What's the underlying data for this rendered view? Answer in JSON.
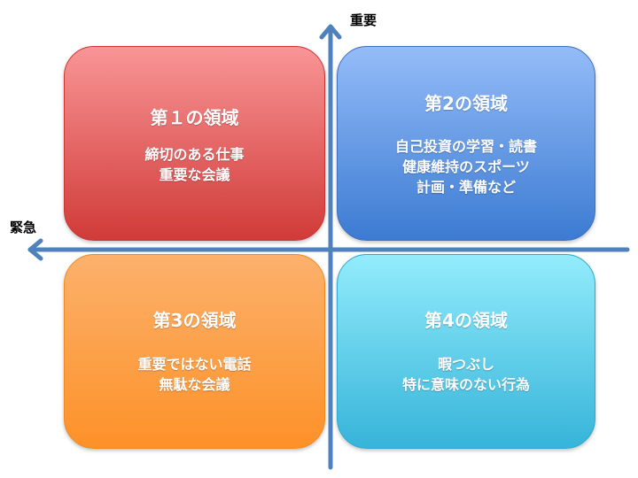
{
  "axes": {
    "vertical_label": "重要",
    "horizontal_label": "緊急",
    "axis_color": "#4f81bd"
  },
  "quadrants": [
    {
      "title": "第１の領域",
      "lines": [
        "締切のある仕事",
        "重要な会議"
      ]
    },
    {
      "title": "第2の領域",
      "lines": [
        "自己投資の学習・読書",
        "健康維持のスポーツ",
        "計画・準備など"
      ]
    },
    {
      "title": "第3の領域",
      "lines": [
        "重要ではない電話",
        "無駄な会議"
      ]
    },
    {
      "title": "第4の領域",
      "lines": [
        "暇つぶし",
        "特に意味のない行為"
      ]
    }
  ]
}
